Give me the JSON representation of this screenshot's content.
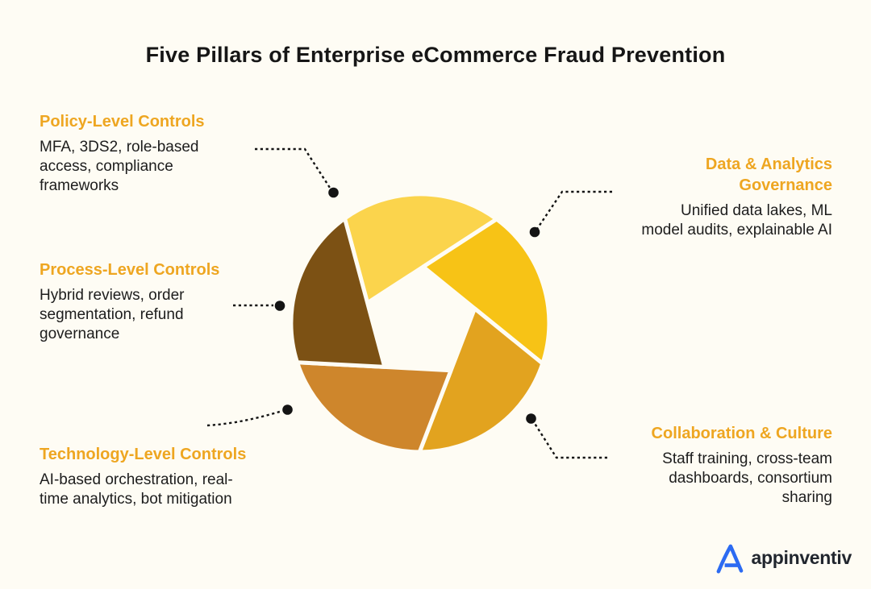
{
  "title": "Five Pillars of Enterprise eCommerce Fraud Prevention",
  "pillars": [
    {
      "id": "policy",
      "heading": "Policy-Level Controls",
      "description": "MFA, 3DS2, role-based\naccess, compliance\nframeworks"
    },
    {
      "id": "process",
      "heading": "Process-Level Controls",
      "description": "Hybrid reviews, order\nsegmentation, refund\ngovernance"
    },
    {
      "id": "technology",
      "heading": "Technology-Level Controls",
      "description": "AI-based orchestration, real-\ntime analytics, bot mitigation"
    },
    {
      "id": "data-analytics",
      "heading": "Data & Analytics\nGovernance",
      "description": "Unified data lakes, ML\nmodel audits, explainable AI"
    },
    {
      "id": "collaboration",
      "heading": "Collaboration & Culture",
      "description": "Staff training, cross-team\ndashboards, consortium\nsharing"
    }
  ],
  "logo": {
    "text": "appinventiv"
  },
  "colors": {
    "background": "#FEFCF4",
    "title_text": "#161616",
    "heading_accent": "#EEA621",
    "body_text": "#1D1D1D",
    "connector": "#141414",
    "logo_blue": "#2C6BF2",
    "logo_text": "#21262E",
    "shutter_blades": {
      "top": "#FBD44C",
      "top_right": "#F7C316",
      "bottom_right": "#E2A31F",
      "bottom": "#CE862C",
      "left": "#7C5114"
    }
  }
}
